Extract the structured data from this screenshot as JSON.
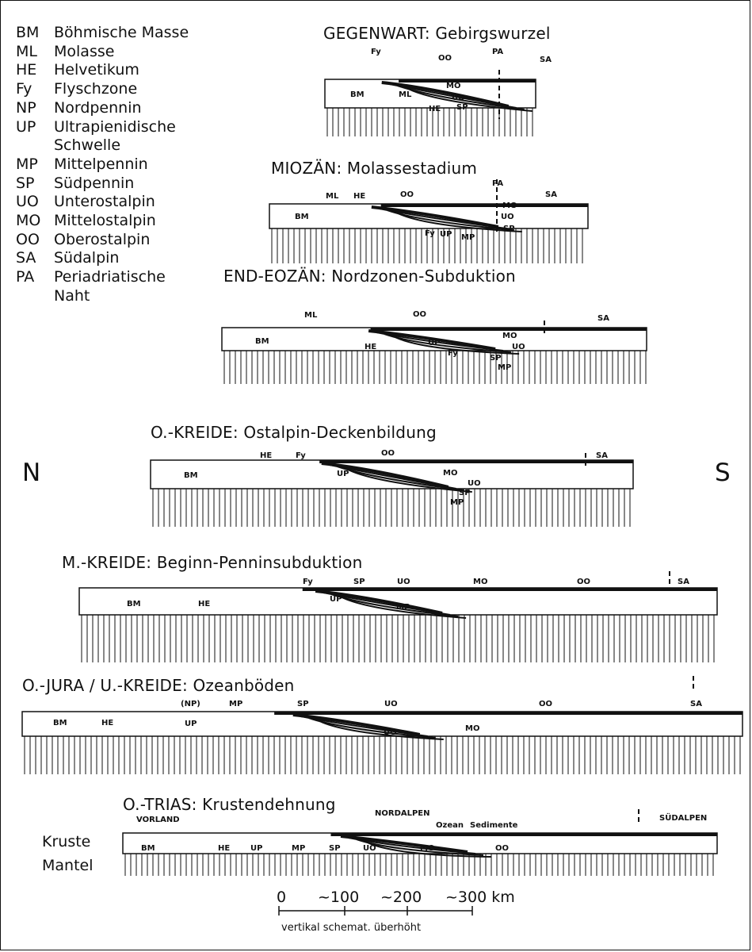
{
  "legend": [
    {
      "code": "BM",
      "name": "Böhmische Masse"
    },
    {
      "code": "ML",
      "name": "Molasse"
    },
    {
      "code": "HE",
      "name": "Helvetikum"
    },
    {
      "code": "Fy",
      "name": "Flyschzone"
    },
    {
      "code": "NP",
      "name": "Nordpennin"
    },
    {
      "code": "UP",
      "name": "Ultrapienidische",
      "cont": "Schwelle"
    },
    {
      "code": "MP",
      "name": "Mittelpennin"
    },
    {
      "code": "SP",
      "name": "Südpennin"
    },
    {
      "code": "UO",
      "name": "Unterostalpin"
    },
    {
      "code": "MO",
      "name": "Mittelostalpin"
    },
    {
      "code": "OO",
      "name": "Oberostalpin"
    },
    {
      "code": "SA",
      "name": "Südalpin"
    },
    {
      "code": "PA",
      "name": "Periadriatische",
      "cont": "Naht"
    }
  ],
  "directions": {
    "north": "N",
    "south": "S"
  },
  "sections": [
    {
      "title": "GEGENWART: Gebirgswurzel",
      "labels": [
        "Fy",
        "PA",
        "SA",
        "OO",
        "BM",
        "ML",
        "HE",
        "MO",
        "UO",
        "SP"
      ]
    },
    {
      "title": "MIOZÄN: Molassestadium",
      "labels": [
        "ML",
        "HE",
        "OO",
        "PA",
        "SA",
        "BM",
        "MO",
        "UO",
        "SP",
        "Fy",
        "UP",
        "MP"
      ]
    },
    {
      "title": "END-EOZÄN: Nordzonen-Subduktion",
      "labels": [
        "ML",
        "OO",
        "SA",
        "BM",
        "HE",
        "MO",
        "UO",
        "UP",
        "Fy",
        "SP",
        "MP"
      ]
    },
    {
      "title": "O.-KREIDE: Ostalpin-Deckenbildung",
      "labels": [
        "HE",
        "Fy",
        "OO",
        "SA",
        "BM",
        "UP",
        "MO",
        "UO",
        "SP",
        "MP"
      ]
    },
    {
      "title": "M.-KREIDE: Beginn-Penninsubduktion",
      "labels": [
        "Fy",
        "SP",
        "UO",
        "MO",
        "OO",
        "SA",
        "BM",
        "HE",
        "UP",
        "MP"
      ]
    },
    {
      "title": "O.-JURA / U.-KREIDE: Ozeanböden",
      "labels": [
        "(NP)",
        "MP",
        "SP",
        "UO",
        "OO",
        "SA",
        "BM",
        "HE",
        "UP",
        "UO",
        "MO"
      ]
    },
    {
      "title": "O.-TRIAS: Krustendehnung",
      "labels": [
        "VORLAND",
        "NORDALPEN",
        "Ozean",
        "Sedimente",
        "SÜDALPEN",
        "BM",
        "HE",
        "UP",
        "MP",
        "SP",
        "UO",
        "MO",
        "OO"
      ]
    }
  ],
  "crust_labels": {
    "kruste": "Kruste",
    "mantel": "Mantel"
  },
  "scale": {
    "ticks": [
      "0",
      "~100",
      "~200",
      "~300 km"
    ],
    "note": "vertikal schemat. überhöht"
  }
}
